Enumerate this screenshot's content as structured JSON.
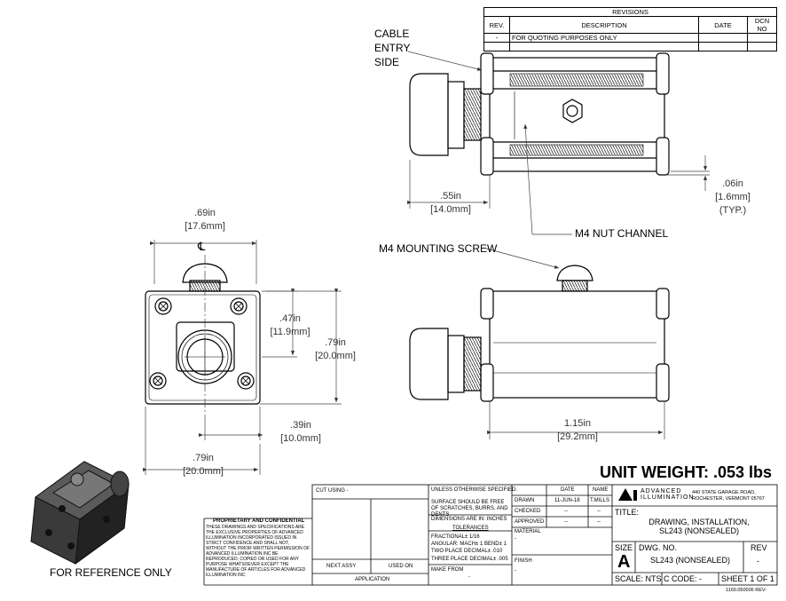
{
  "revisions": {
    "title": "REVISIONS",
    "headers": [
      "REV.",
      "DESCRIPTION",
      "DATE",
      "DCN NO"
    ],
    "rows": [
      [
        "-",
        "FOR QUOTING PURPOSES ONLY",
        "",
        ""
      ]
    ]
  },
  "callouts": {
    "cable_entry": [
      "CABLE",
      "ENTRY",
      "SIDE"
    ],
    "nut_channel": "M4 NUT CHANNEL",
    "mounting_screw": "M4 MOUNTING SCREW",
    "centerline": "℄"
  },
  "dimensions": {
    "top_width": [
      ".69in",
      "[17.6mm]"
    ],
    "side_047": [
      ".47in",
      "[11.9mm]"
    ],
    "side_079": [
      ".79in",
      "[20.0mm]"
    ],
    "bottom_039": [
      ".39in",
      "[10.0mm]"
    ],
    "bottom_079": [
      ".79in",
      "[20.0mm]"
    ],
    "gland_055": [
      ".55in",
      "[14.0mm]"
    ],
    "wall_006": [
      ".06in",
      "[1.6mm]",
      "(TYP.)"
    ],
    "length_115": [
      "1.15in",
      "[29.2mm]"
    ]
  },
  "reference_label": "FOR REFERENCE ONLY",
  "unit_weight": "UNIT WEIGHT: .053 lbs",
  "title_block": {
    "cut_using": "CUT USING -",
    "next_assy": "NEXT ASSY",
    "used_on": "USED ON",
    "application": "APPLICATION",
    "proprietary_title": "PROPRIETARY AND CONFIDENTIAL",
    "proprietary_text": "THESE DRAWINGS AND SPECIFICATIONS ARE THE EXCLUSIVE PROPERTIES OF ADVANCED ILLUMINATION INCORPORATED ISSUED IN STRICT CONFIDENCE AND SHALL NOT, WITHOUT THE PRIOR WRITTEN PERMISSION OF ADVANCED ILLUMINATION INC BE REPRODUCED, COPIED OR USED FOR ANY PURPOSE WHATSOEVER EXCEPT THE MANUFACTURE OF ARTICLES FOR ADVANCED ILLUMINATION INC",
    "unless": "UNLESS OTHERWISE SPECIFIED:",
    "surface": "SURFACE SHOULD BE FREE OF SCRATCHES, BURRS, AND DENTS",
    "dims_in": "DIMENSIONS ARE IN: INCHES",
    "tolerances": "TOLERANCES",
    "fractional": "FRACTIONAL± 1/16",
    "angular": "ANGULAR: MACH± 1   BEND± 1",
    "two_place": "TWO PLACE DECIMAL± .010",
    "three_place": "THREE PLACE DECIMAL± .005",
    "make_from": "MAKE FROM",
    "material": "MATERIAL",
    "finish": "FINISH",
    "dash": "-",
    "date_h": "DATE",
    "name_h": "NAME",
    "drawn": "DRAWN",
    "drawn_date": "11-JUN-18",
    "drawn_name": "T.MILLS",
    "checked": "CHECKED",
    "approved": "APPROVED",
    "double_dash": "--",
    "company_line1": "ADVANCED",
    "company_line2": "ILLUMINATION",
    "address1": "440 STATE GARAGE ROAD,",
    "address2": "ROCHESTER, VERMONT 05767",
    "title_label": "TITLE:",
    "title_line1": "DRAWING, INSTALLATION,",
    "title_line2": "SL243 (NONSEALED)",
    "size_label": "SIZE",
    "size_value": "A",
    "dwg_label": "DWG.  NO.",
    "dwg_value": "SL243 (NONSEALED)",
    "rev_label": "REV",
    "rev_value": "-",
    "scale": "SCALE: NTS",
    "c_code": "C CODE: -",
    "sheet": "SHEET 1 OF 1",
    "doc_number": "1160.050006 REV-"
  }
}
